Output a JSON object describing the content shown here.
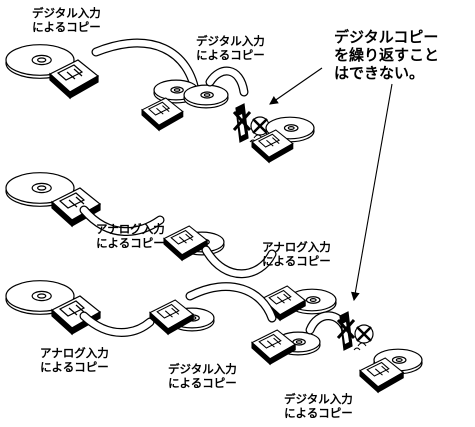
{
  "labels": {
    "row1_first_copy": [
      "デジタル入力",
      "によるコピー"
    ],
    "row1_second_copy": [
      "デジタル入力",
      "によるコピー"
    ],
    "row2_first_copy": [
      "アナログ入力",
      "によるコピー"
    ],
    "row2_second_copy": [
      "アナログ入力",
      "によるコピー"
    ],
    "row3_first_copy": [
      "アナログ入力",
      "によるコピー"
    ],
    "row3_second_copy": [
      "デジタル入力",
      "によるコピー"
    ],
    "row3_third_copy": [
      "デジタル入力",
      "によるコピー"
    ]
  },
  "note": [
    "デジタルコピー",
    "を繰り返すこと",
    "はできない。"
  ],
  "colors": {
    "line": "#000000",
    "disc_fill": "#ffffff",
    "arrow_fill": "#ffffff"
  }
}
